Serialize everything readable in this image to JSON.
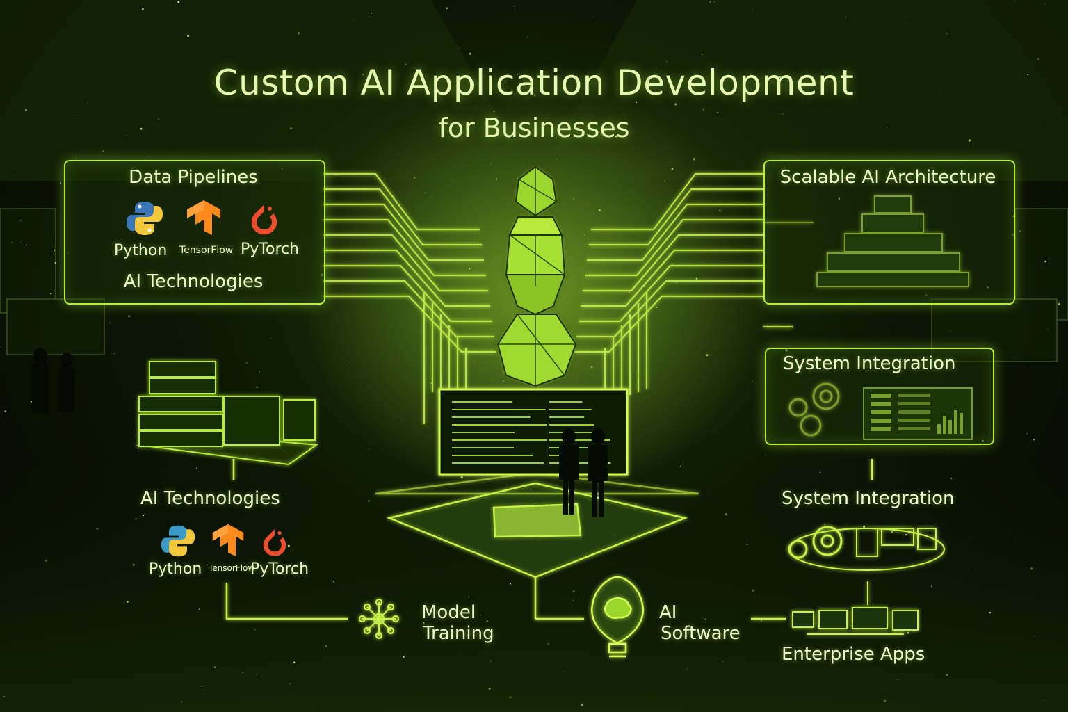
{
  "title": {
    "main": "Custom AI Application Development",
    "sub": "for Businesses"
  },
  "panels": {
    "data_pipelines": {
      "title": "Data Pipelines",
      "logos": [
        {
          "icon": "python-icon",
          "label": "Python"
        },
        {
          "icon": "tensorflow-icon",
          "label": "TensorFlow"
        },
        {
          "icon": "pytorch-icon",
          "label": "PyTorch"
        }
      ],
      "footer": "AI Technologies"
    },
    "scalable_architecture": {
      "title": "Scalable AI Architecture"
    },
    "system_integration_panel": {
      "title": "System Integration"
    }
  },
  "left_lower": {
    "title": "AI Technologies",
    "logos": [
      {
        "icon": "python-icon",
        "label": "Python"
      },
      {
        "icon": "tensorflow-icon",
        "label": "TensorFlow"
      },
      {
        "icon": "pytorch-icon",
        "label": "PyTorch"
      }
    ]
  },
  "right_lower": {
    "system_integration": "System Integration",
    "enterprise_apps": "Enterprise Apps"
  },
  "bottom": {
    "model_training": {
      "line1": "Model",
      "line2": "Training",
      "icon": "neural-network-icon"
    },
    "ai_software": {
      "line1": "AI",
      "line2": "Software",
      "icon": "lightbulb-brain-icon"
    }
  },
  "colors": {
    "accent": "#b8ee3a",
    "glow": "#d6ff5a",
    "background": "#040702",
    "python_blue": "#3a76b8",
    "python_yellow": "#f3c83a",
    "tensorflow": "#ff8a1c",
    "pytorch": "#ee4c2c"
  }
}
